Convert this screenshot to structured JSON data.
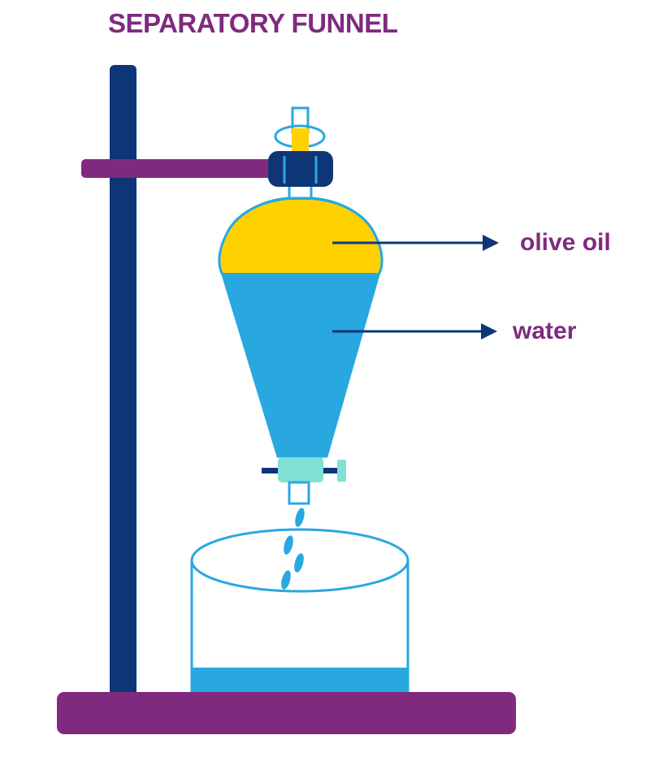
{
  "title": "SEPARATORY FUNNEL",
  "labels": {
    "oil": "olive oil",
    "water": "water"
  },
  "colors": {
    "title": "#7f2a7f",
    "label": "#7f2a7f",
    "stand": "#0e3677",
    "clamp_arm": "#7f2a7f",
    "base": "#7f2a7f",
    "oil": "#ffd100",
    "water": "#29a8e0",
    "outline": "#29a8e0",
    "stopcock": "#7fe0d3",
    "arrow": "#0e3677"
  }
}
